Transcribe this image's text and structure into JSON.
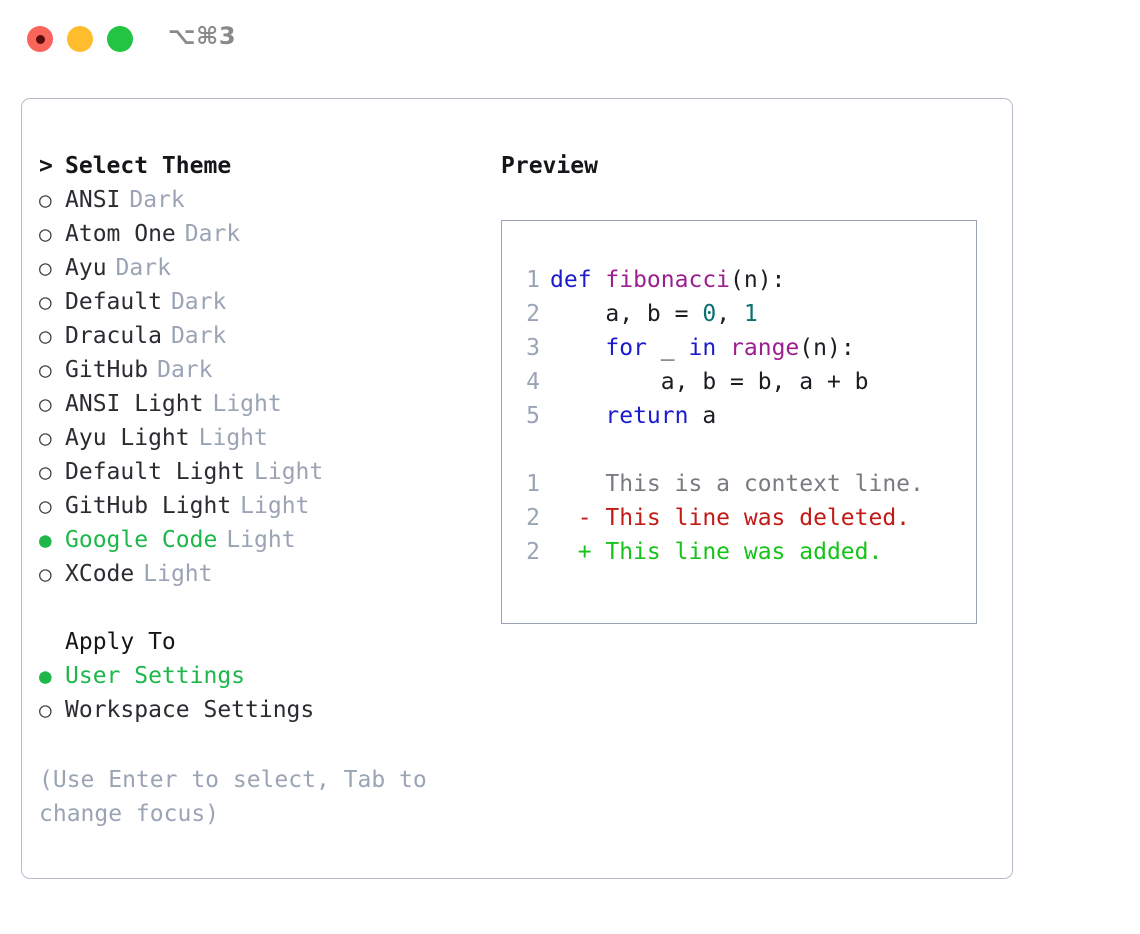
{
  "window": {
    "shortcut": "⌥⌘3",
    "traffic_lights": [
      {
        "name": "close",
        "color": "#f9655b"
      },
      {
        "name": "minimize",
        "color": "#ffbd2e"
      },
      {
        "name": "maximize",
        "color": "#23c343"
      }
    ]
  },
  "theme_picker": {
    "caret": ">",
    "title": "Select Theme",
    "bullet_unselected": "○",
    "bullet_selected": "●",
    "items": [
      {
        "label": "ANSI",
        "tag": "Dark",
        "selected": false
      },
      {
        "label": "Atom One",
        "tag": "Dark",
        "selected": false
      },
      {
        "label": "Ayu",
        "tag": "Dark",
        "selected": false
      },
      {
        "label": "Default",
        "tag": "Dark",
        "selected": false
      },
      {
        "label": "Dracula",
        "tag": "Dark",
        "selected": false
      },
      {
        "label": "GitHub",
        "tag": "Dark",
        "selected": false
      },
      {
        "label": "ANSI Light",
        "tag": "Light",
        "selected": false
      },
      {
        "label": "Ayu Light",
        "tag": "Light",
        "selected": false
      },
      {
        "label": "Default Light",
        "tag": "Light",
        "selected": false
      },
      {
        "label": "GitHub Light",
        "tag": "Light",
        "selected": false
      },
      {
        "label": "Google Code",
        "tag": "Light",
        "selected": true
      },
      {
        "label": "XCode",
        "tag": "Light",
        "selected": false
      }
    ]
  },
  "apply_to": {
    "title": "Apply To",
    "options": [
      {
        "label": "User Settings",
        "selected": true
      },
      {
        "label": "Workspace Settings",
        "selected": false
      }
    ]
  },
  "hint": "(Use Enter to select, Tab to change focus)",
  "preview": {
    "title": "Preview",
    "code_lines": [
      {
        "num": "1",
        "tokens": [
          {
            "t": "def ",
            "c": "kw"
          },
          {
            "t": "fibonacci",
            "c": "fn"
          },
          {
            "t": "(n):",
            "c": "pln"
          }
        ]
      },
      {
        "num": "2",
        "tokens": [
          {
            "t": "    a, b = ",
            "c": "pln"
          },
          {
            "t": "0",
            "c": "num"
          },
          {
            "t": ", ",
            "c": "pln"
          },
          {
            "t": "1",
            "c": "num"
          }
        ]
      },
      {
        "num": "3",
        "tokens": [
          {
            "t": "    for ",
            "c": "kw"
          },
          {
            "t": "_ ",
            "c": "pln"
          },
          {
            "t": "in ",
            "c": "kw"
          },
          {
            "t": "range",
            "c": "fn"
          },
          {
            "t": "(n):",
            "c": "pln"
          }
        ]
      },
      {
        "num": "4",
        "tokens": [
          {
            "t": "        a, b = b, a + b",
            "c": "pln"
          }
        ]
      },
      {
        "num": "5",
        "tokens": [
          {
            "t": "    return ",
            "c": "kw"
          },
          {
            "t": "a",
            "c": "pln"
          }
        ]
      }
    ],
    "diff_lines": [
      {
        "num": "1",
        "marker": "  ",
        "text": "This is a context line.",
        "kind": "ctx"
      },
      {
        "num": "2",
        "marker": "- ",
        "text": "This line was deleted.",
        "kind": "del"
      },
      {
        "num": "2",
        "marker": "+ ",
        "text": "This line was added.",
        "kind": "add"
      }
    ]
  },
  "colors": {
    "accent_green": "#1db74a",
    "muted": "#9aa4b5",
    "keyword": "#1b1bcc",
    "function": "#9c1f8f",
    "number": "#0d7070",
    "deleted": "#c21a14",
    "added": "#17c21a",
    "border": "#99a3b4"
  }
}
